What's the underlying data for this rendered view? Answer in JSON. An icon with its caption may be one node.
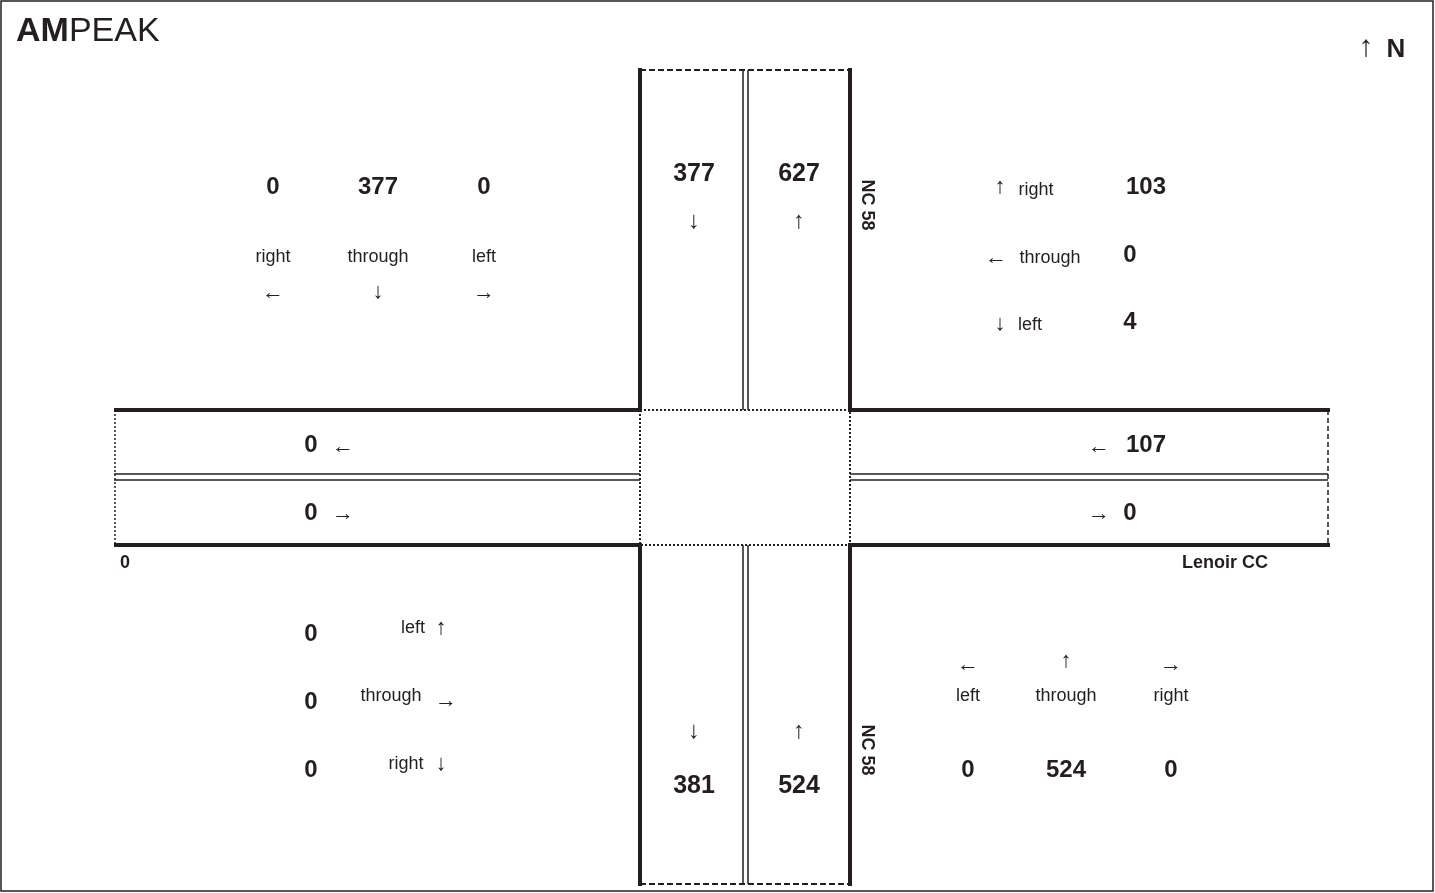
{
  "diagram": {
    "title": "**AM**PEAK",
    "labels": [
      "↑",
      "N",
      "0",
      "377",
      "0",
      "377",
      "627",
      "NC 58",
      "↑",
      "right",
      "103",
      "↓",
      "↑",
      "right",
      "through",
      "left",
      "←",
      "through",
      "0",
      "←",
      "↓",
      "→",
      "↓",
      "left",
      "4",
      "0",
      "←",
      "←",
      "107",
      "0",
      "→",
      "→",
      "0",
      "0",
      "Lenoir CC",
      "0",
      "left",
      "↑",
      "←",
      "↑",
      "→",
      "0",
      "through",
      "→",
      "left",
      "through",
      "right",
      "↓",
      "↑",
      "NC 58",
      "0",
      "right",
      "↓",
      "0",
      "524",
      "0",
      "381",
      "524"
    ]
  }
}
